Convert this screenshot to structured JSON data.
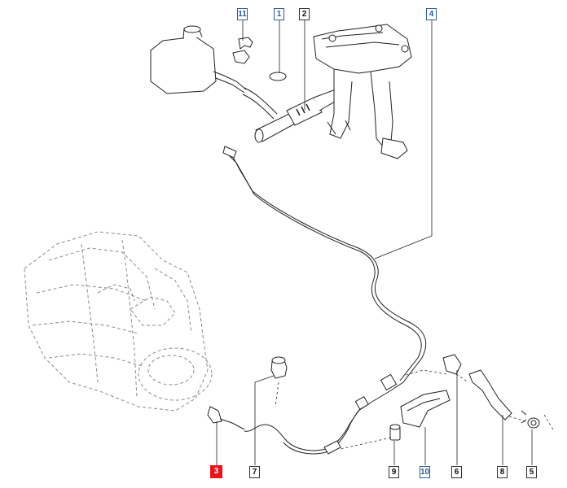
{
  "callouts": [
    {
      "id": "11",
      "style": "blue"
    },
    {
      "id": "1",
      "style": "blue"
    },
    {
      "id": "2",
      "style": "normal"
    },
    {
      "id": "4",
      "style": "blue"
    },
    {
      "id": "3",
      "style": "highlight"
    },
    {
      "id": "7",
      "style": "normal"
    },
    {
      "id": "9",
      "style": "normal"
    },
    {
      "id": "10",
      "style": "blue"
    },
    {
      "id": "6",
      "style": "normal"
    },
    {
      "id": "8",
      "style": "normal"
    },
    {
      "id": "5",
      "style": "normal"
    }
  ],
  "colors": {
    "line": "#222222",
    "ghost": "#9a9a9a",
    "blue_label": "#2b5a9b",
    "highlight": "#e8131b"
  }
}
